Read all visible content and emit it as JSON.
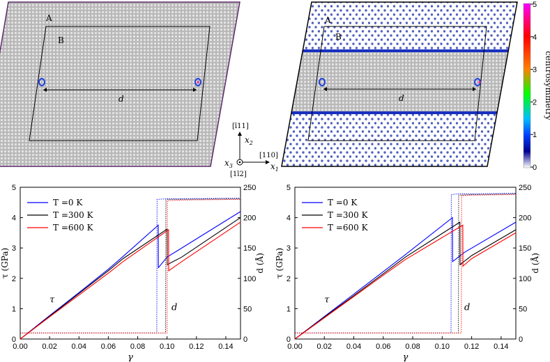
{
  "top": {
    "left_panel": {
      "box_a": "A",
      "box_b": "B",
      "dist": "d"
    },
    "right_panel": {
      "box_a": "A",
      "box_b": "B",
      "dist": "d"
    },
    "axes": {
      "x2_dir": "[ī11]",
      "x2": "x",
      "x2_sub": "2",
      "x1_dir": "[110]",
      "x1": "x",
      "x1_sub": "1",
      "x3": "x",
      "x3_sub": "3",
      "x3_dir": "[1ī2]"
    },
    "colorbar": {
      "label": "centrosymmetry",
      "ticks": [
        "5",
        "4",
        "3",
        "2",
        "1",
        "0"
      ],
      "colors": [
        "#ff00ff",
        "#ff0000",
        "#ff8000",
        "#00ff00",
        "#00c0ff",
        "#0040ff",
        "#000090",
        "#ffffff"
      ]
    }
  },
  "chart_data": [
    {
      "type": "line",
      "xlabel": "γ",
      "ylabel": "τ (GPa)",
      "y2label": "d (Å)",
      "xlim": [
        0,
        0.15
      ],
      "ylim": [
        0,
        5
      ],
      "y2lim": [
        0,
        250
      ],
      "xticks": [
        "0.00",
        "0.02",
        "0.04",
        "0.06",
        "0.08",
        "0.10",
        "0.12",
        "0.14"
      ],
      "yticks": [
        "0",
        "1",
        "2",
        "3",
        "4",
        "5"
      ],
      "y2ticks": [
        "0",
        "50",
        "100",
        "150",
        "200",
        "250"
      ],
      "annotations": [
        "τ",
        "d"
      ],
      "legend": [
        "T =0 K",
        "T =300 K",
        "T =600 K"
      ],
      "series": [
        {
          "name": "T =0 K",
          "color": "#0000ff",
          "tau": [
            [
              0,
              0
            ],
            [
              0.02,
              0.77
            ],
            [
              0.04,
              1.53
            ],
            [
              0.06,
              2.3
            ],
            [
              0.07,
              2.72
            ],
            [
              0.094,
              3.75
            ],
            [
              0.0941,
              2.35
            ],
            [
              0.1,
              2.7
            ],
            [
              0.15,
              4.2
            ]
          ],
          "d": [
            [
              0,
              10
            ],
            [
              0.093,
              10
            ],
            [
              0.0932,
              230
            ],
            [
              0.1,
              231
            ],
            [
              0.15,
              232
            ]
          ]
        },
        {
          "name": "T =300 K",
          "color": "#000000",
          "tau": [
            [
              0,
              0
            ],
            [
              0.02,
              0.75
            ],
            [
              0.04,
              1.5
            ],
            [
              0.06,
              2.25
            ],
            [
              0.07,
              2.65
            ],
            [
              0.1,
              3.62
            ],
            [
              0.1001,
              2.45
            ],
            [
              0.11,
              2.7
            ],
            [
              0.15,
              4.0
            ]
          ],
          "d": [
            [
              0,
              10
            ],
            [
              0.099,
              10
            ],
            [
              0.0992,
              229
            ],
            [
              0.1,
              230
            ],
            [
              0.15,
              231
            ]
          ]
        },
        {
          "name": "T =600 K",
          "color": "#ff0000",
          "tau": [
            [
              0,
              0
            ],
            [
              0.02,
              0.73
            ],
            [
              0.04,
              1.45
            ],
            [
              0.06,
              2.17
            ],
            [
              0.07,
              2.55
            ],
            [
              0.101,
              3.6
            ],
            [
              0.1011,
              2.25
            ],
            [
              0.11,
              2.55
            ],
            [
              0.15,
              3.85
            ]
          ],
          "d": [
            [
              0,
              10
            ],
            [
              0.1,
              10
            ],
            [
              0.1002,
              228
            ],
            [
              0.11,
              229
            ],
            [
              0.15,
              230
            ]
          ]
        }
      ]
    },
    {
      "type": "line",
      "xlabel": "γ",
      "ylabel": "τ (GPa)",
      "y2label": "d (Å)",
      "xlim": [
        0,
        0.15
      ],
      "ylim": [
        0,
        5
      ],
      "y2lim": [
        0,
        250
      ],
      "xticks": [
        "0.00",
        "0.02",
        "0.04",
        "0.06",
        "0.08",
        "0.10",
        "0.12",
        "0.14"
      ],
      "yticks": [
        "0",
        "1",
        "2",
        "3",
        "4",
        "5"
      ],
      "y2ticks": [
        "0",
        "50",
        "100",
        "150",
        "200",
        "250"
      ],
      "annotations": [
        "τ",
        "d"
      ],
      "legend": [
        "T =0 K",
        "T =300 K",
        "T =600 K"
      ],
      "series": [
        {
          "name": "T =0 K",
          "color": "#0000ff",
          "tau": [
            [
              0,
              0
            ],
            [
              0.02,
              0.74
            ],
            [
              0.04,
              1.48
            ],
            [
              0.06,
              2.22
            ],
            [
              0.075,
              2.78
            ],
            [
              0.107,
              4.0
            ],
            [
              0.1071,
              2.55
            ],
            [
              0.115,
              2.85
            ],
            [
              0.15,
              3.85
            ]
          ],
          "d": [
            [
              0,
              10
            ],
            [
              0.106,
              10
            ],
            [
              0.1062,
              238
            ],
            [
              0.11,
              239
            ],
            [
              0.15,
              240
            ]
          ]
        },
        {
          "name": "T =300 K",
          "color": "#000000",
          "tau": [
            [
              0,
              0
            ],
            [
              0.02,
              0.72
            ],
            [
              0.04,
              1.43
            ],
            [
              0.06,
              2.15
            ],
            [
              0.075,
              2.7
            ],
            [
              0.112,
              3.85
            ],
            [
              0.1121,
              2.45
            ],
            [
              0.12,
              2.75
            ],
            [
              0.15,
              3.6
            ]
          ],
          "d": [
            [
              0,
              10
            ],
            [
              0.111,
              10
            ],
            [
              0.1112,
              237
            ],
            [
              0.12,
              238
            ],
            [
              0.15,
              239
            ]
          ]
        },
        {
          "name": "T =600 K",
          "color": "#ff0000",
          "tau": [
            [
              0,
              0
            ],
            [
              0.02,
              0.7
            ],
            [
              0.04,
              1.4
            ],
            [
              0.06,
              2.1
            ],
            [
              0.075,
              2.62
            ],
            [
              0.114,
              3.75
            ],
            [
              0.1141,
              2.4
            ],
            [
              0.12,
              2.65
            ],
            [
              0.15,
              3.5
            ]
          ],
          "d": [
            [
              0,
              10
            ],
            [
              0.113,
              10
            ],
            [
              0.1132,
              236
            ],
            [
              0.12,
              237
            ],
            [
              0.15,
              238
            ]
          ]
        }
      ]
    }
  ]
}
